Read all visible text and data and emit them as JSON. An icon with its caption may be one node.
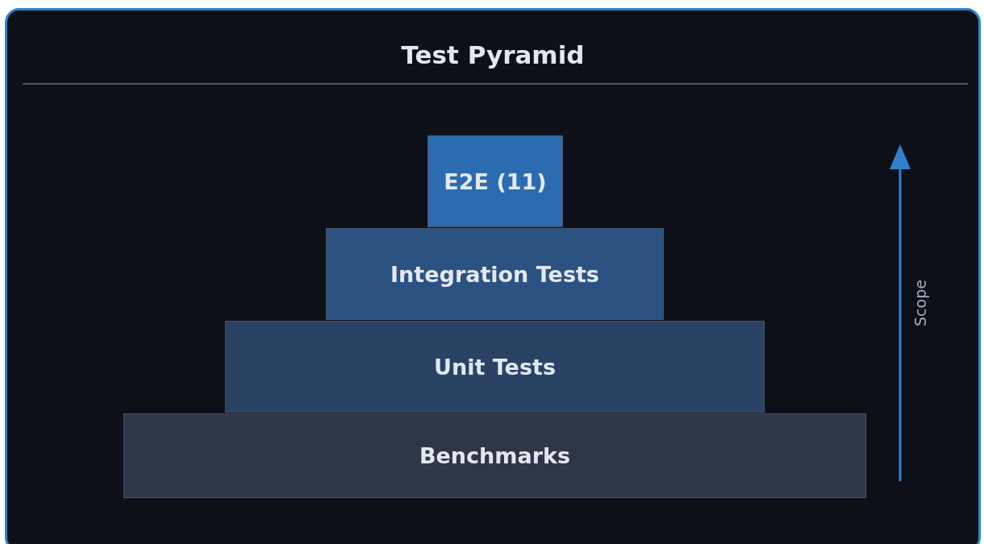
{
  "diagram": {
    "title": "Test Pyramid",
    "nodes": [
      {
        "text": [
          "E2E (11)"
        ]
      },
      {
        "text": [
          "Integration Tests"
        ]
      },
      {
        "text": [
          "Unit Tests"
        ]
      },
      {
        "text": [
          "Benchmarks"
        ]
      }
    ],
    "labels": [
      "Scope"
    ]
  }
}
